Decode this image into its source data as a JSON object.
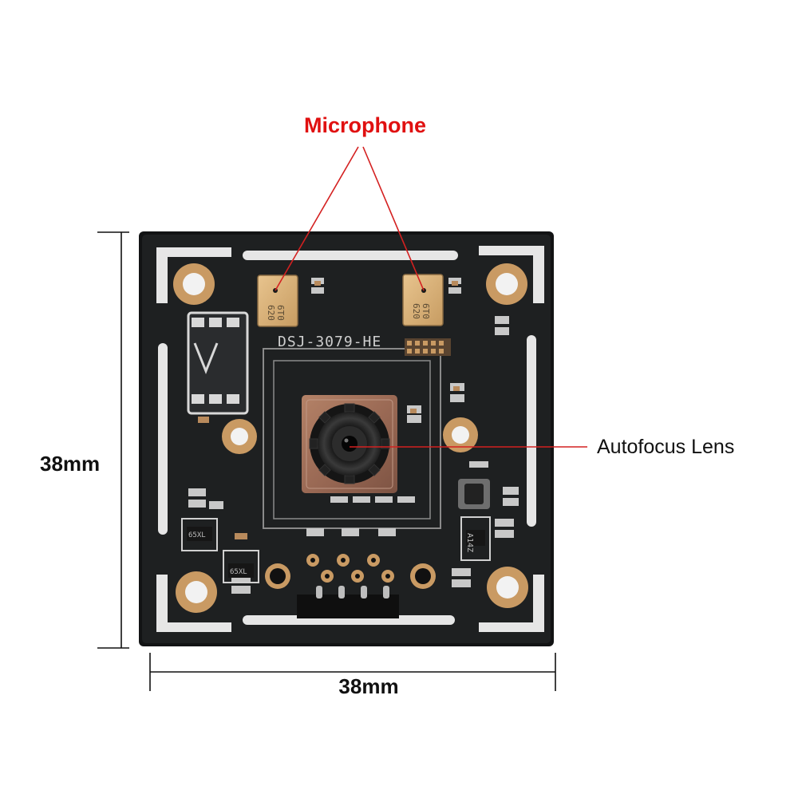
{
  "colors": {
    "background": "#ffffff",
    "pcb": "#1e2021",
    "pcb_edge": "#121314",
    "silkscreen": "#d9d9d9",
    "gold": "#c99a63",
    "microphone_label": "#e01010",
    "callout_line": "#d42020",
    "dimension": "#111111"
  },
  "icons": {
    "pcb": "camera-module-pcb",
    "microphone": "mems-microphone",
    "lens": "autofocus-lens-module"
  },
  "labels": {
    "microphone": "Microphone",
    "autofocus": "Autofocus Lens",
    "height": "38mm",
    "width": "38mm"
  },
  "board": {
    "model": "DSJ-3079-HE",
    "mic_code_line1": "620",
    "mic_code_line2": "6T0",
    "reg_left_top": "65XL",
    "reg_left_bottom": "65XL",
    "reg_right": "A14Z"
  }
}
